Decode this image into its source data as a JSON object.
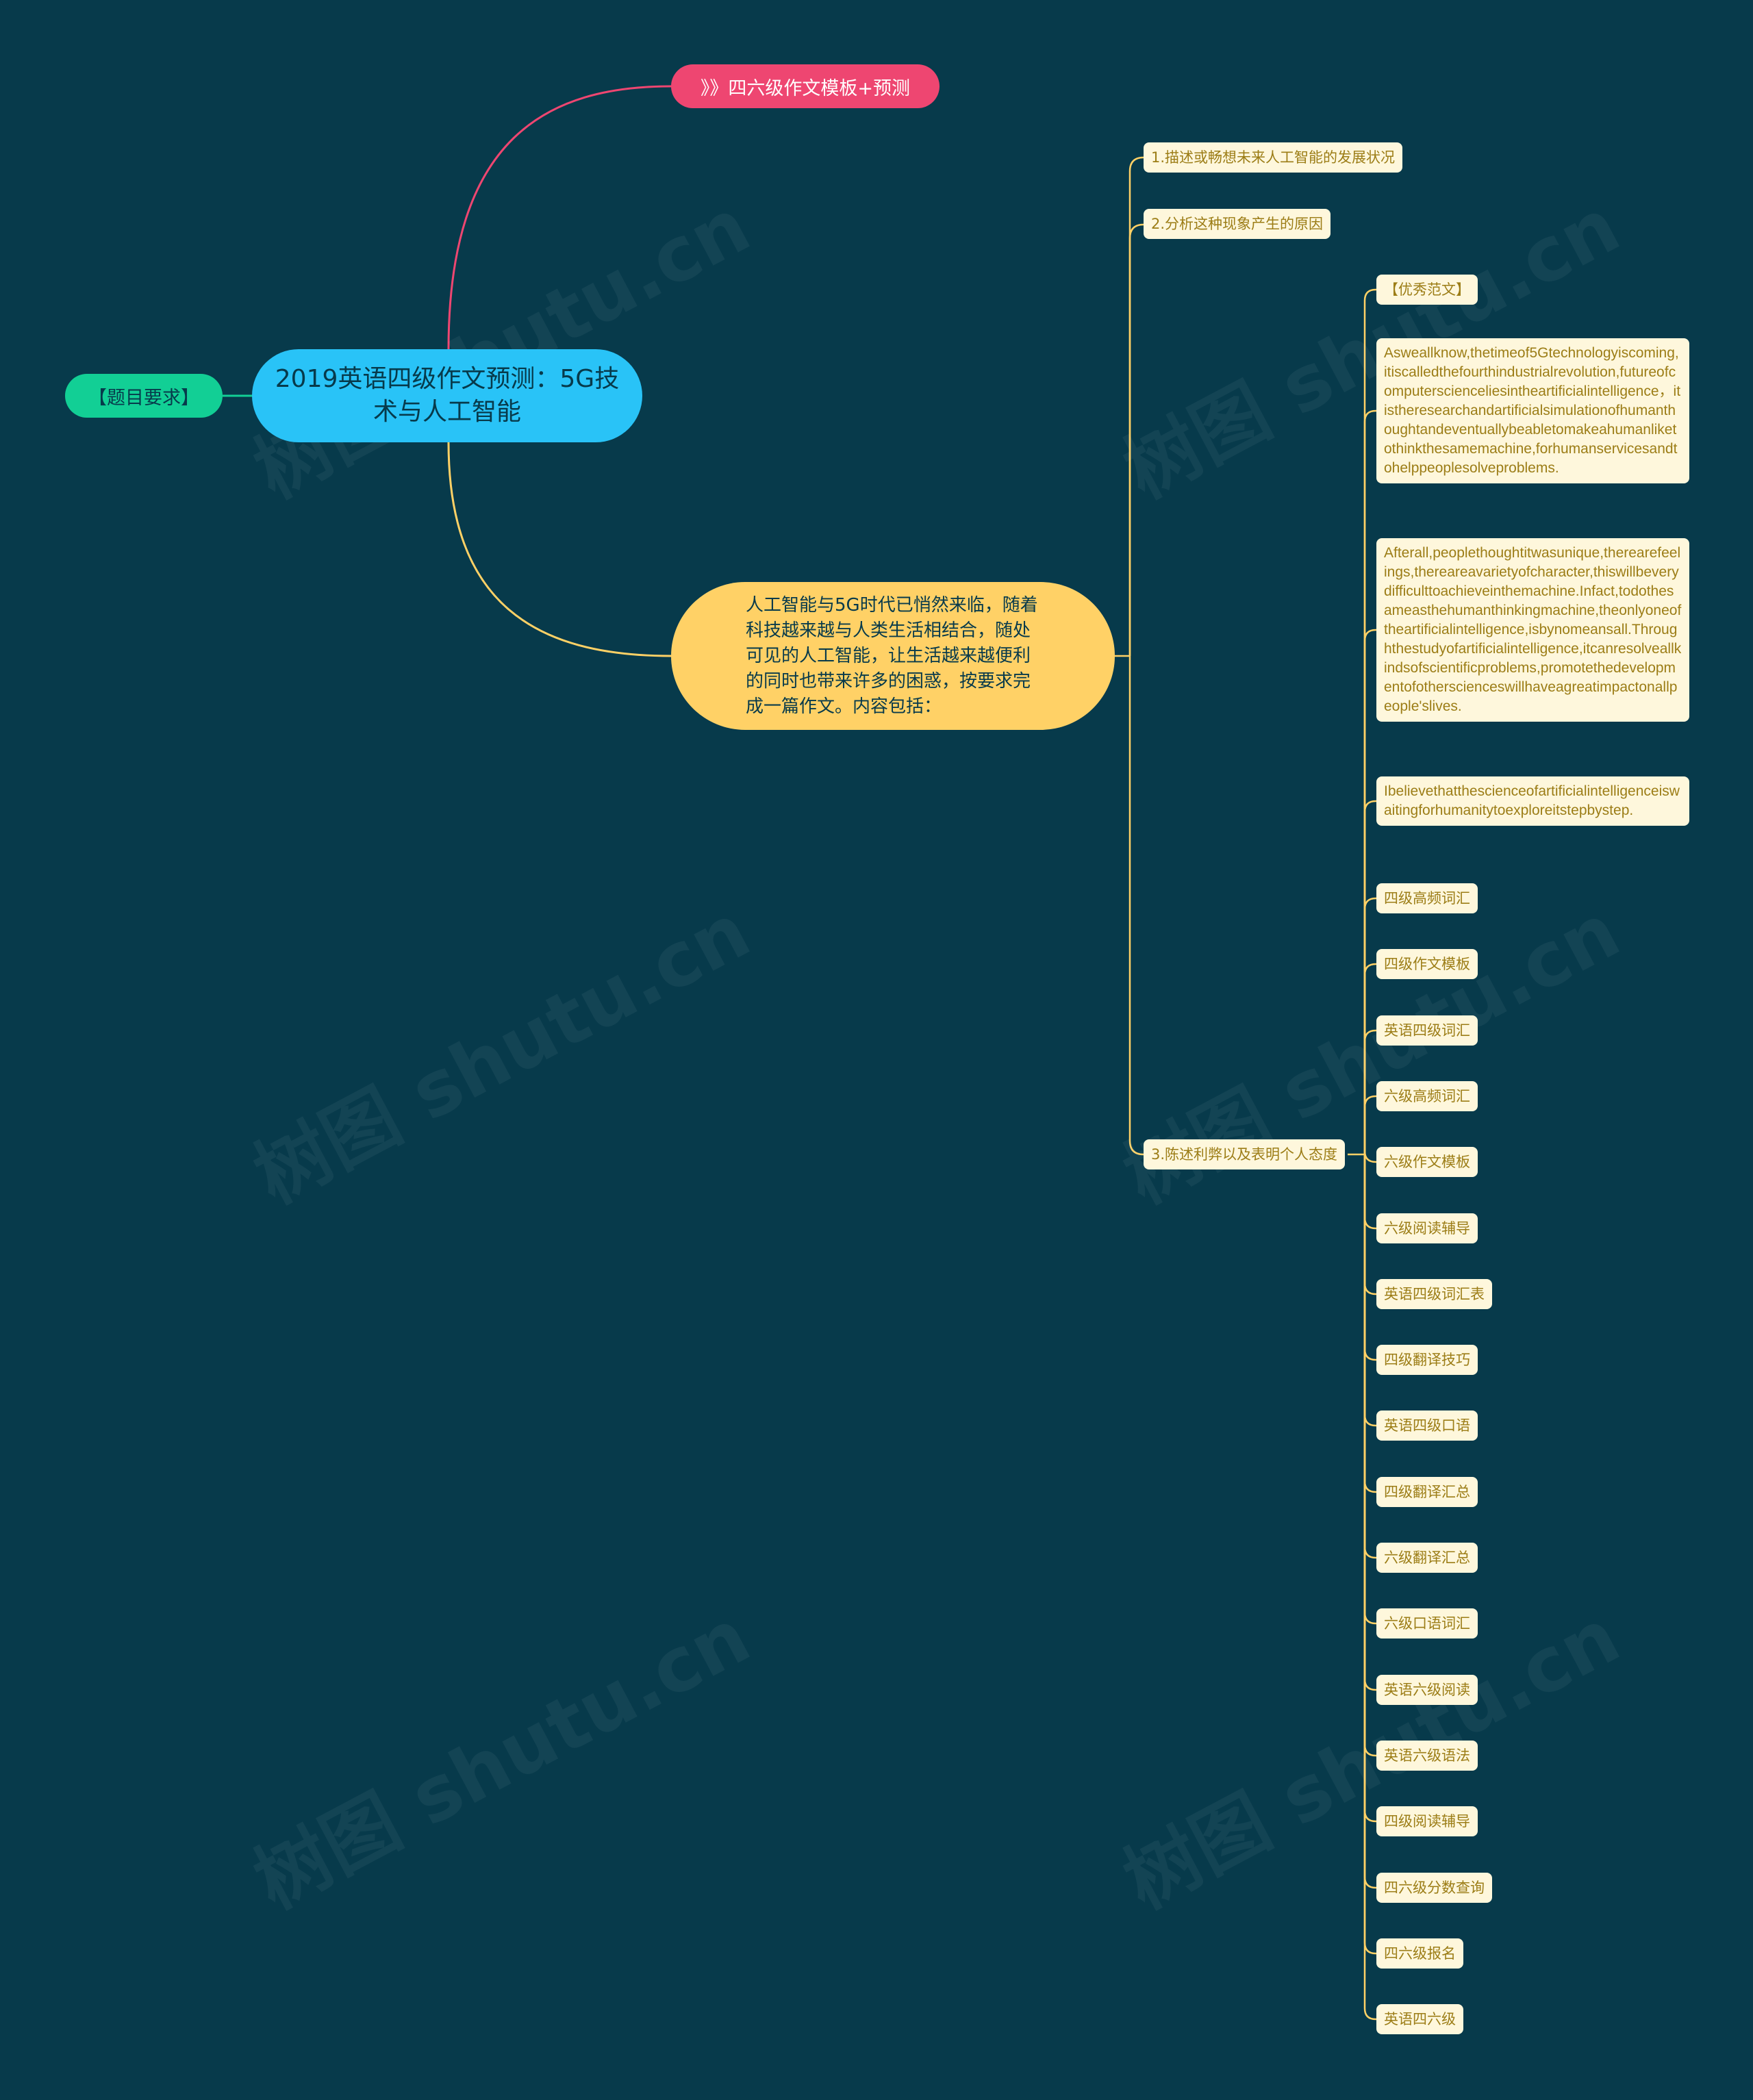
{
  "central": {
    "title": "2019英语四级作文预测：5G技术与人工智能"
  },
  "requirement": {
    "label": "【题目要求】"
  },
  "template_link": {
    "label": "》》四六级作文模板+预测"
  },
  "prompt": {
    "text": "人工智能与5G时代已悄然来临，随着科技越来越与人类生活相结合，随处可见的人工智能，让生活越来越便利的同时也带来许多的困惑，按要求完成一篇作文。内容包括："
  },
  "points": [
    {
      "label": "1.描述或畅想未来人工智能的发展状况"
    },
    {
      "label": "2.分析这种现象产生的原因"
    },
    {
      "label": "3.陈述利弊以及表明个人态度"
    }
  ],
  "sample": {
    "header": "【优秀范文】",
    "paragraphs": [
      "Asweallknow,thetimeof5Gtechnologyiscoming,itiscalledthefourthindustrialrevolution,futureofcomputerscienceliesintheartificialintelligence，itistheresearchandartificialsimulationofhumanthoughtandeventuallybeabletomakeahumanliketothinkthesamemachine,forhumanservicesandtohelppeoplesolveproblems.",
      "Afterall,peoplethoughtitwasunique,therearefeelings,thereareavarietyofcharacter,thiswillbeverydifficulttoachieveinthemachine.Infact,todothesameasthehumanthinkingmachine,theonlyoneoftheartificialintelligence,isbynomeansall.Throughthestudyofartificialintelligence,itcanresolveallkindsofscientificproblems,promotethedevelopmentofotherscienceswillhaveagreatimpactonallpeople'slives.",
      "Ibelievethatthescienceofartificialintelligenceiswaitingforhumanitytoexploreitstepbystep."
    ]
  },
  "links": [
    "四级高频词汇",
    "四级作文模板",
    "英语四级词汇",
    "六级高频词汇",
    "六级作文模板",
    "六级阅读辅导",
    "英语四级词汇表",
    "四级翻译技巧",
    "英语四级口语",
    "四级翻译汇总",
    "六级翻译汇总",
    "六级口语词汇",
    "英语六级阅读",
    "英语六级语法",
    "四级阅读辅导",
    "四六级分数查询",
    "四六级报名",
    "英语四六级"
  ],
  "watermark": "树图 shutu.cn",
  "colors": {
    "background": "#073a4b",
    "central": "#29c3f7",
    "requirement": "#12cf95",
    "pink": "#ee4671",
    "yellow": "#ffd166",
    "leaf": "#fef7dc",
    "leaf_text": "#9c7d16"
  }
}
